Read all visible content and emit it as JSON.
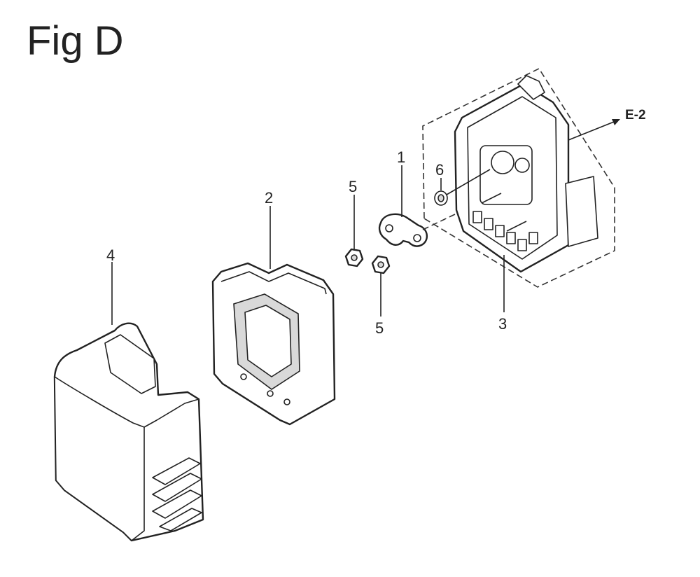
{
  "figure": {
    "title": "Fig D",
    "callouts": {
      "c1": "1",
      "c2": "2",
      "c3": "3",
      "c4": "4",
      "c5a": "5",
      "c5b": "5",
      "c6": "6"
    },
    "reference": "E-2"
  }
}
